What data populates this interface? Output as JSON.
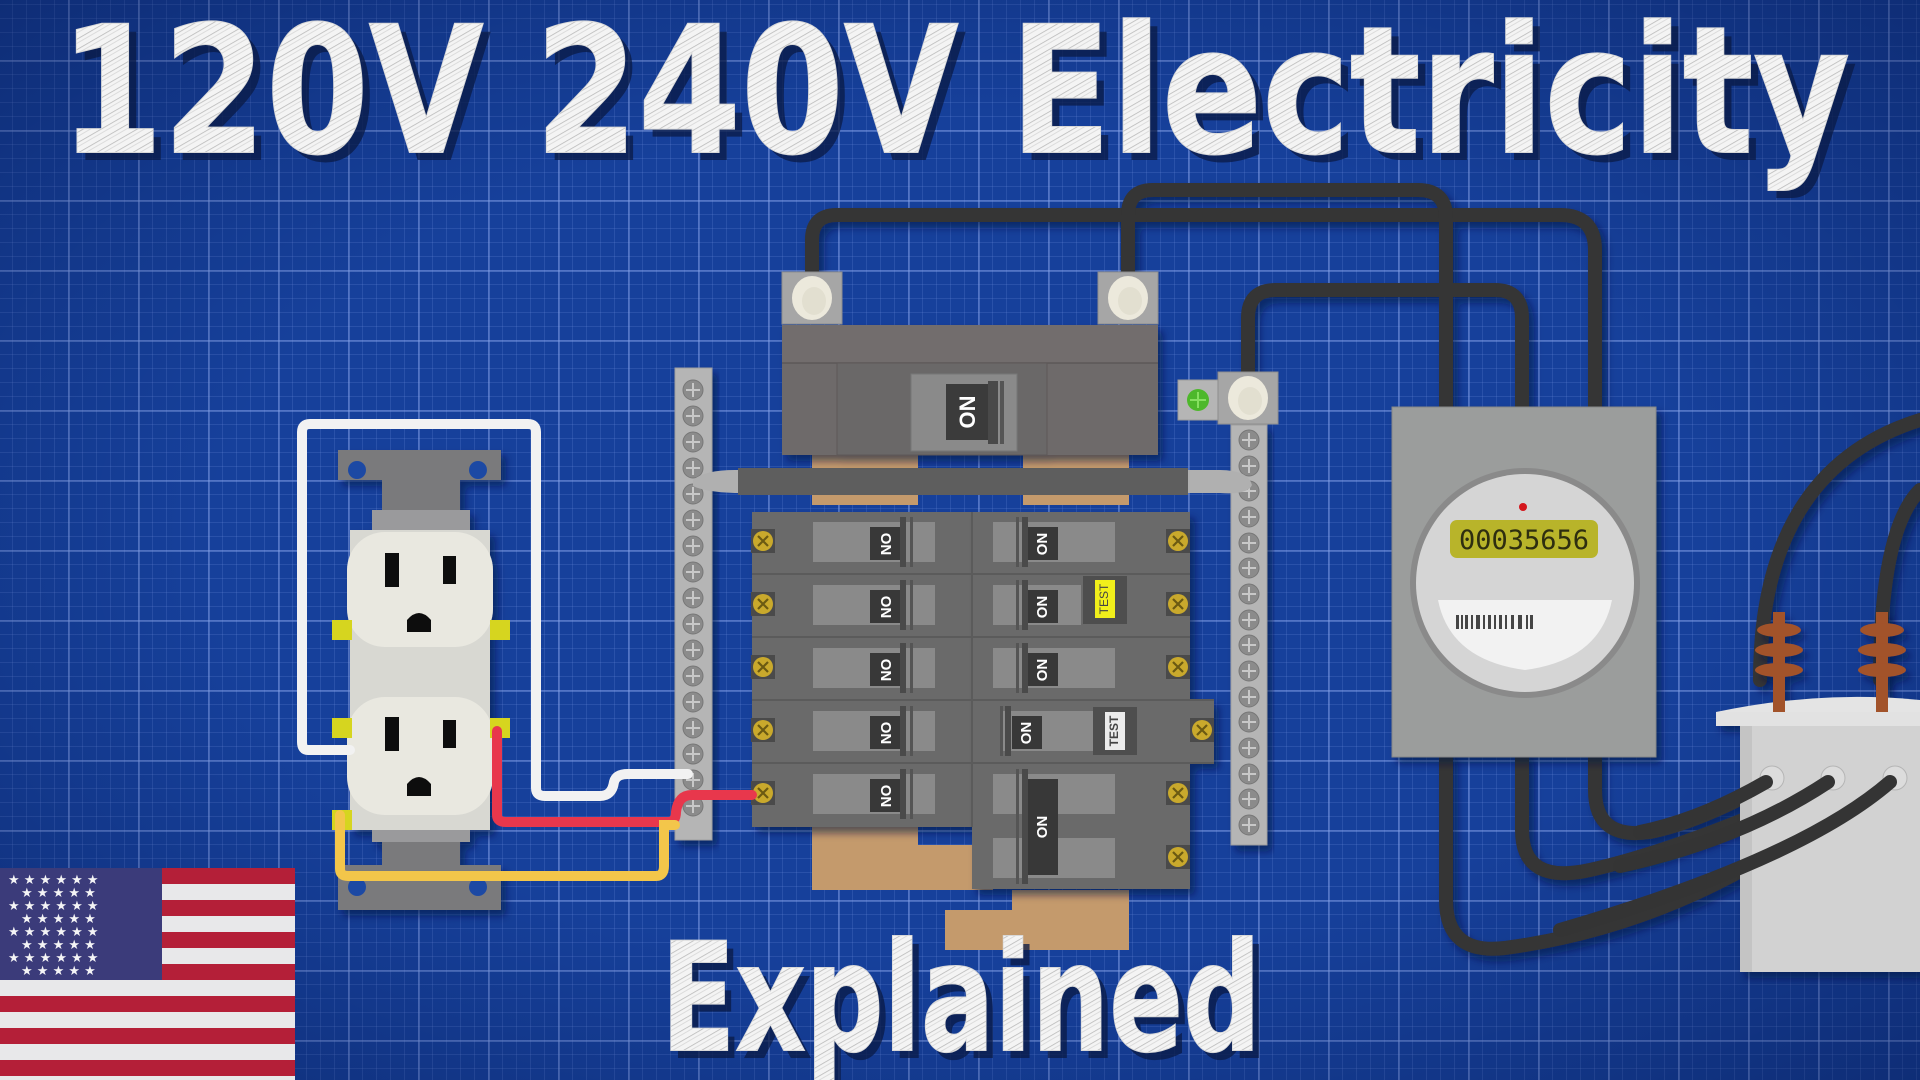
{
  "title": {
    "line1": "120V 240V Electricity",
    "subtitle": "Explained"
  },
  "colors": {
    "background": "#16409b",
    "grid_line": "#5b7fd0",
    "wire_black": "#333333",
    "wire_white": "#f2f2f2",
    "wire_red": "#e8374c",
    "wire_yellow": "#f3c64a",
    "breaker_gray": "#6e6d6e",
    "panel_copper": "#c49a6c",
    "meter_lcd": "#b8b42a"
  },
  "main_breaker": {
    "label": "ON",
    "icon": "main-breaker-switch-icon"
  },
  "branch_breakers": {
    "left": [
      {
        "label": "ON"
      },
      {
        "label": "ON"
      },
      {
        "label": "ON"
      },
      {
        "label": "ON"
      },
      {
        "label": "ON"
      }
    ],
    "right": [
      {
        "label": "ON",
        "type": "single"
      },
      {
        "label": "ON",
        "type": "gfci",
        "test_label": "TEST"
      },
      {
        "label": "ON",
        "type": "single"
      },
      {
        "label": "ON",
        "type": "afci",
        "test_label": "TEST"
      },
      {
        "label": "ON",
        "type": "double-pole"
      }
    ]
  },
  "meter": {
    "reading": "00035656",
    "indicator": "red-led-icon",
    "barcode": "barcode-icon"
  },
  "receptacle": {
    "type": "duplex-outlet",
    "wires": [
      "white-neutral",
      "red-hot",
      "yellow-ground"
    ]
  },
  "transformer": {
    "bushings": 2,
    "terminals": 3
  },
  "flag": {
    "country": "USA",
    "icon": "us-flag-icon"
  }
}
